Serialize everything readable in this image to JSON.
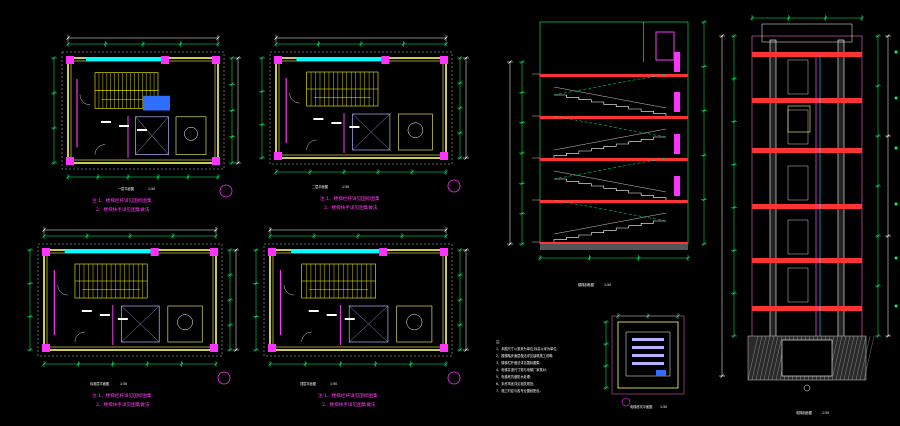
{
  "drawing": {
    "colors": {
      "background": "#000000",
      "wall": "#ffff66",
      "dimension": "#00ff66",
      "dimension_alt": "#ffffff",
      "stair": "#ffff00",
      "elevator": "#b3b3ff",
      "window": "#00ffff",
      "column": "#ff33ff",
      "note_text": "#ff33ff",
      "slab": "#ff3333",
      "boundary": "#ff66cc",
      "ground": "#cccccc"
    },
    "plan_views": [
      {
        "id": "plan-1",
        "title": "一层平面图",
        "scale": "1:50",
        "notes": [
          "注:1、楼梯栏杆详见国标图集",
          "2、楼梯扶手详见图集做法"
        ]
      },
      {
        "id": "plan-2",
        "title": "二层平面图",
        "scale": "1:50",
        "notes": [
          "注:1、楼梯栏杆详见国标图集",
          "2、楼梯扶手详见图集做法"
        ]
      },
      {
        "id": "plan-3",
        "title": "标准层平面图",
        "scale": "1:50",
        "notes": [
          "注:1、楼梯栏杆详见国标图集",
          "2、楼梯扶手详见图集做法"
        ]
      },
      {
        "id": "plan-4",
        "title": "顶层平面图",
        "scale": "1:50",
        "notes": [
          "注:1、楼梯栏杆详见国标图集",
          "2、楼梯扶手详见图集做法"
        ]
      }
    ],
    "section_views": [
      {
        "id": "section-a",
        "title": "楼梯剖面图",
        "scale": "1:50"
      },
      {
        "id": "section-b",
        "title": "电梯剖面图",
        "scale": "1:50"
      }
    ],
    "detail_view": {
      "title": "电梯底坑平面图",
      "scale": "1:50"
    },
    "general_notes": [
      "注:",
      "1、本图尺寸以毫米为单位,标高以米为单位;",
      "2、楼梯踏步面层做法详见建筑施工说明;",
      "3、楼梯栏杆做法详见国标图集;",
      "4、电梯井道尺寸需与电梯厂家核对;",
      "5、电梯底坑做防水处理;",
      "6、未尽事宜详见相关规范;",
      "7、施工时应与各专业图纸配合。"
    ]
  }
}
